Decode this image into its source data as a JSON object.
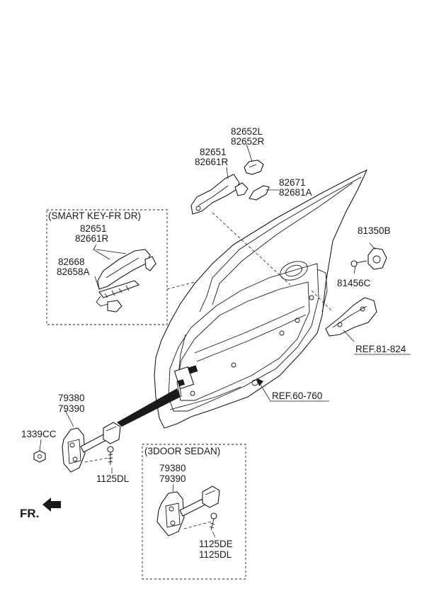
{
  "labels": {
    "handle_cover_l": "82652L",
    "handle_cover_r": "82652R",
    "handle_top_1": "82651",
    "handle_top_2": "82661R",
    "handle_cap_1": "82671",
    "handle_cap_2": "82681A",
    "smart_key_group": "(SMART KEY-FR DR)",
    "smart_handle_1": "82651",
    "smart_handle_2": "82661R",
    "smart_handle_3": "82668",
    "smart_handle_4": "82658A",
    "striker_1": "81350B",
    "striker_bolt": "81456C",
    "ref_latch": "REF.81-824",
    "ref_door": "REF.60-760",
    "checker_1": "79380",
    "checker_2": "79390",
    "nut": "1339CC",
    "bolt": "1125DL",
    "sedan_group": "(3DOOR SEDAN)",
    "sedan_checker_1": "79380",
    "sedan_checker_2": "79390",
    "sedan_bolt_1": "1125DE",
    "sedan_bolt_2": "1125DL",
    "front_indicator": "FR."
  },
  "icons": {
    "front_arrow": "arrow-left-icon"
  }
}
